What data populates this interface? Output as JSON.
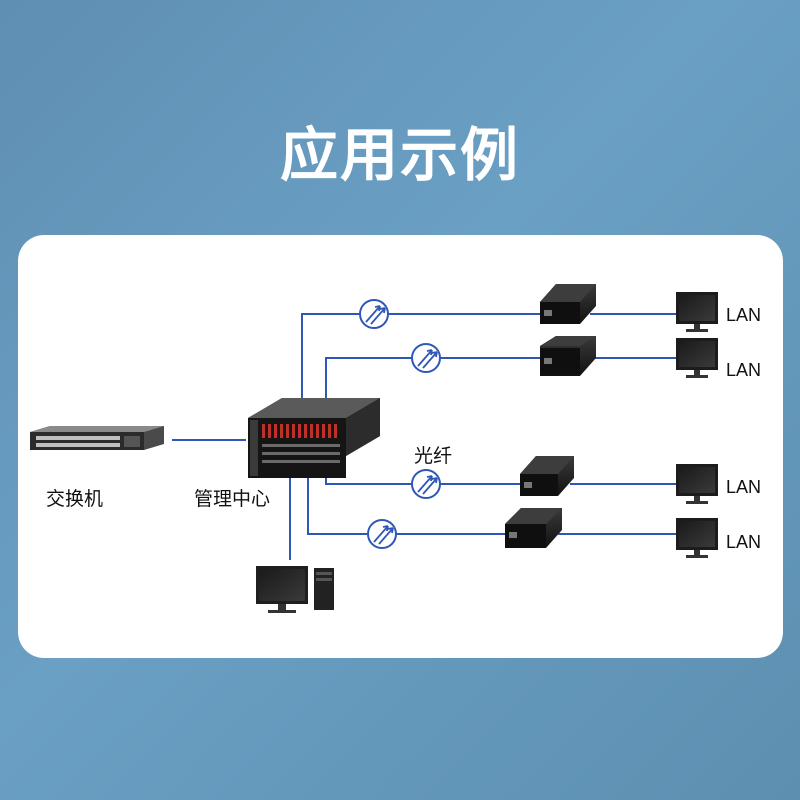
{
  "title": "应用示例",
  "labels": {
    "switch": "交换机",
    "management_center": "管理中心",
    "fiber": "光纤",
    "lan": [
      "LAN",
      "LAN",
      "LAN",
      "LAN"
    ]
  },
  "colors": {
    "background": "#6a9ec2",
    "card": "#ffffff",
    "link": "#2f57b8",
    "device": "#1b1b1b",
    "port": "#c0302a"
  },
  "icons": [
    "switch-icon",
    "chassis-icon",
    "pc-icon",
    "media-converter-icon",
    "fiber-icon",
    "monitor-icon"
  ]
}
